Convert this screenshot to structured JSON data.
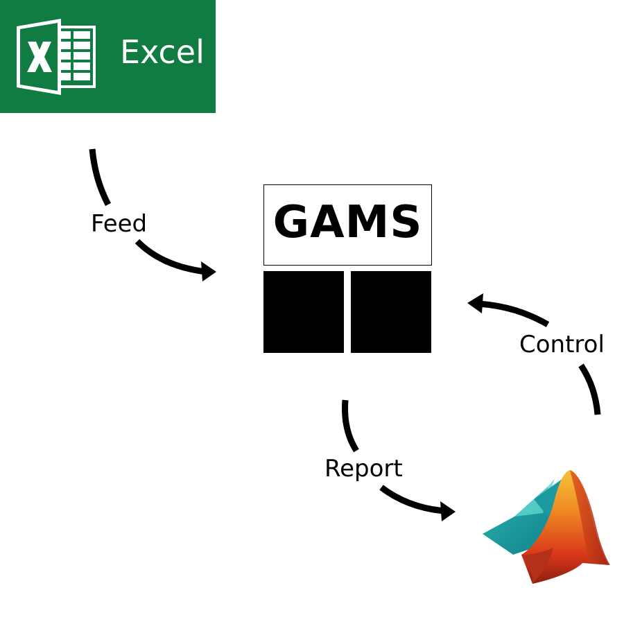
{
  "nodes": {
    "excel": {
      "name": "Excel",
      "icon": "excel-logo-icon",
      "brand_color": "#107c41"
    },
    "gams": {
      "name": "GAMS",
      "icon": "gams-logo-icon"
    },
    "matlab": {
      "icon": "matlab-membrane-logo-icon"
    }
  },
  "edges": {
    "feed": {
      "label": "Feed",
      "from": "Excel",
      "to": "GAMS"
    },
    "report": {
      "label": "Report",
      "from": "GAMS",
      "to": "matlab"
    },
    "control": {
      "label": "Control",
      "from": "matlab",
      "to": "GAMS"
    }
  }
}
